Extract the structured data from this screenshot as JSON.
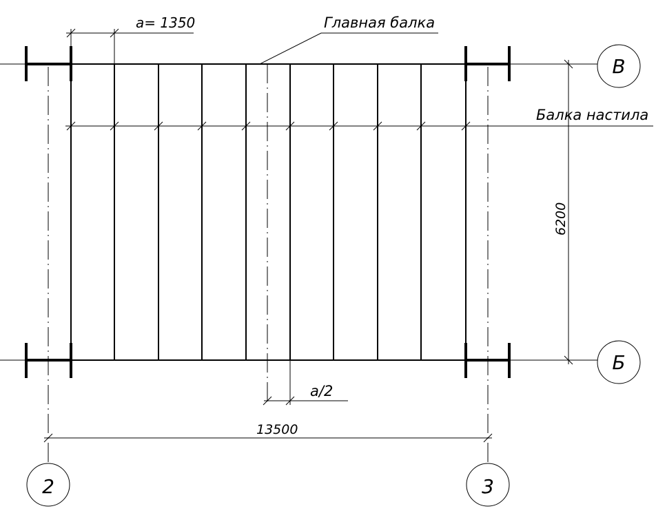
{
  "labels": {
    "main_beam": "Главная балка",
    "deck_beam": "Балка настила",
    "spacing": "a= 1350",
    "half_spacing": "a/2",
    "span": "13500",
    "bay": "6200"
  },
  "axes": {
    "row_top": "В",
    "row_bottom": "Б",
    "col_left": "2",
    "col_right": "3"
  }
}
